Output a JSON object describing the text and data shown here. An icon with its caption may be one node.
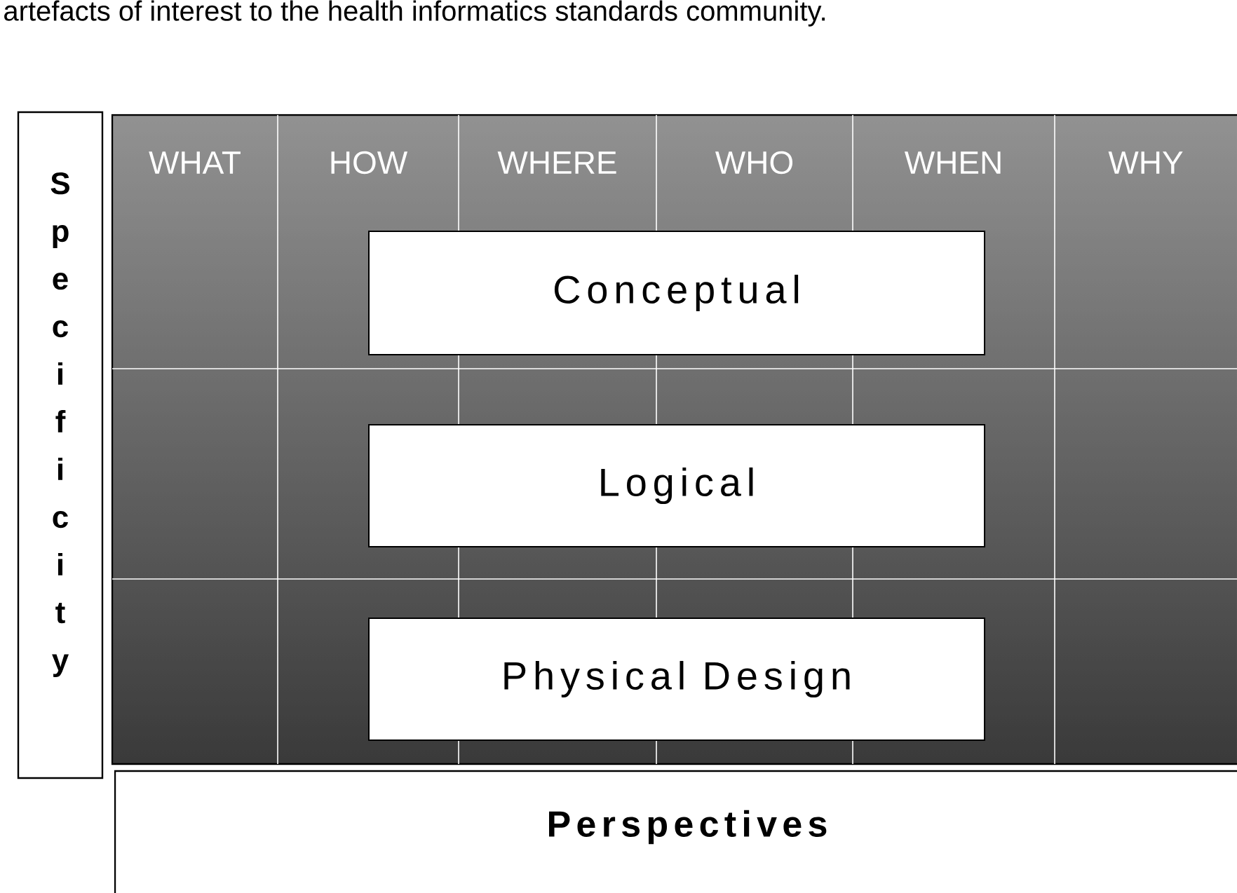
{
  "diagram": {
    "nodes": [
      {
        "text": [
          "Specificity"
        ]
      },
      {
        "text": [
          "Conceptual"
        ]
      },
      {
        "text": [
          "Logical"
        ]
      },
      {
        "text": [
          "Physical Design"
        ]
      },
      {
        "text": [
          "Perspectives"
        ]
      }
    ],
    "labels": [
      "artefacts of interest to the health informatics standards community.",
      "WHAT",
      "HOW",
      "WHERE",
      "WHO",
      "WHEN",
      "WHY"
    ]
  }
}
